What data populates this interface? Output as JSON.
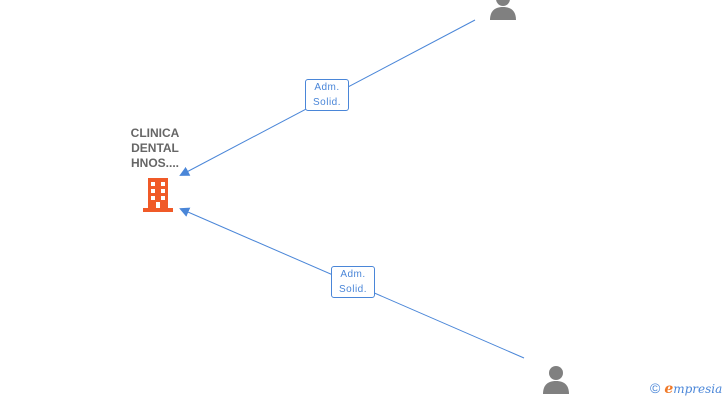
{
  "company": {
    "name_lines": [
      "CLINICA",
      "DENTAL",
      "HNOS...."
    ],
    "icon": "building-icon",
    "icon_color": "#f05a28"
  },
  "relations": [
    {
      "role_lines": [
        "Adm.",
        "Solid."
      ],
      "from": "person-top",
      "to": "company"
    },
    {
      "role_lines": [
        "Adm.",
        "Solid."
      ],
      "from": "person-bottom",
      "to": "company"
    }
  ],
  "persons": [
    {
      "icon": "person-icon"
    },
    {
      "icon": "person-icon"
    }
  ],
  "watermark": {
    "symbol": "©",
    "brand_initial": "e",
    "brand_rest": "mpresia"
  },
  "colors": {
    "edge": "#4a86d8",
    "label_text": "#666666",
    "person_icon": "#808080"
  }
}
